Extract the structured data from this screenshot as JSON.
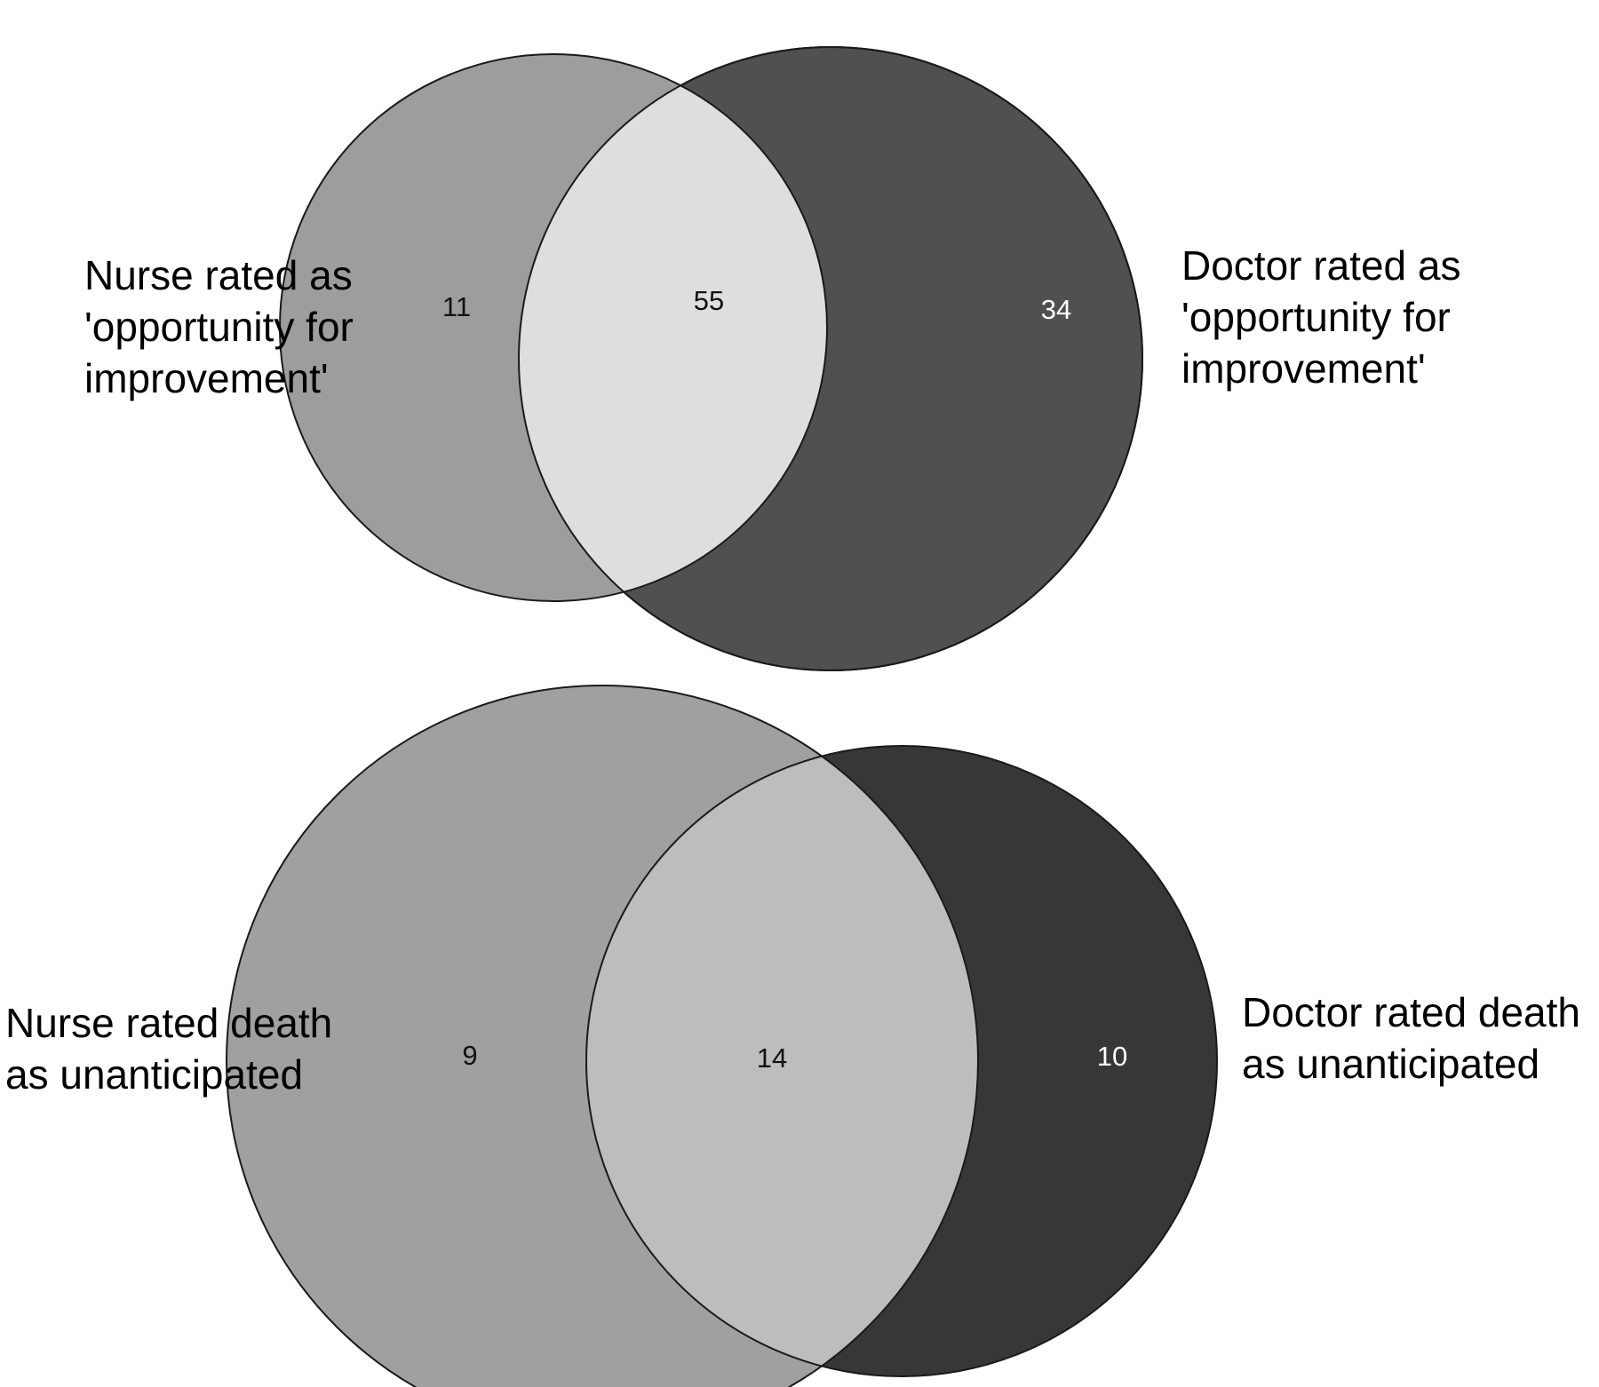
{
  "colors": {
    "background": "#ffffff",
    "outline": "#1a1a1a",
    "count_dark_text": "#111111",
    "count_light_text": "#ffffff"
  },
  "diagrams": [
    {
      "id": "opportunity",
      "left_set": {
        "label_lines": [
          "Nurse rated as",
          "'opportunity for",
          "improvement'"
        ],
        "only_count": "11",
        "fill": "#9d9d9d"
      },
      "right_set": {
        "label_lines": [
          "Doctor rated as",
          "'opportunity for",
          "improvement'"
        ],
        "only_count": "34",
        "fill": "#505050"
      },
      "overlap": {
        "count": "55",
        "fill": "#dedede"
      }
    },
    {
      "id": "unanticipated",
      "left_set": {
        "label_lines": [
          "Nurse rated death",
          "as unanticipated"
        ],
        "only_count": "9",
        "fill": "#a0a0a0"
      },
      "right_set": {
        "label_lines": [
          "Doctor rated death",
          "as unanticipated"
        ],
        "only_count": "10",
        "fill": "#373737"
      },
      "overlap": {
        "count": "14",
        "fill": "#bdbdbd"
      }
    }
  ]
}
